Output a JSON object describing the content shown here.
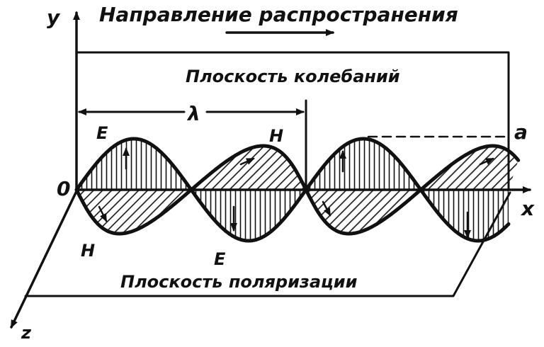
{
  "labels": {
    "axis_y": "y",
    "axis_x": "x",
    "axis_z": "z",
    "origin": "0",
    "propagation_direction": "Направление распространения",
    "oscillation_plane": "Плоскость колебаний",
    "polarization_plane": "Плоскость поляризации",
    "wavelength": "λ",
    "amplitude": "a",
    "e_field_top": "E",
    "h_field_top": "H",
    "h_field_bottom": "H",
    "e_field_bottom": "E"
  }
}
